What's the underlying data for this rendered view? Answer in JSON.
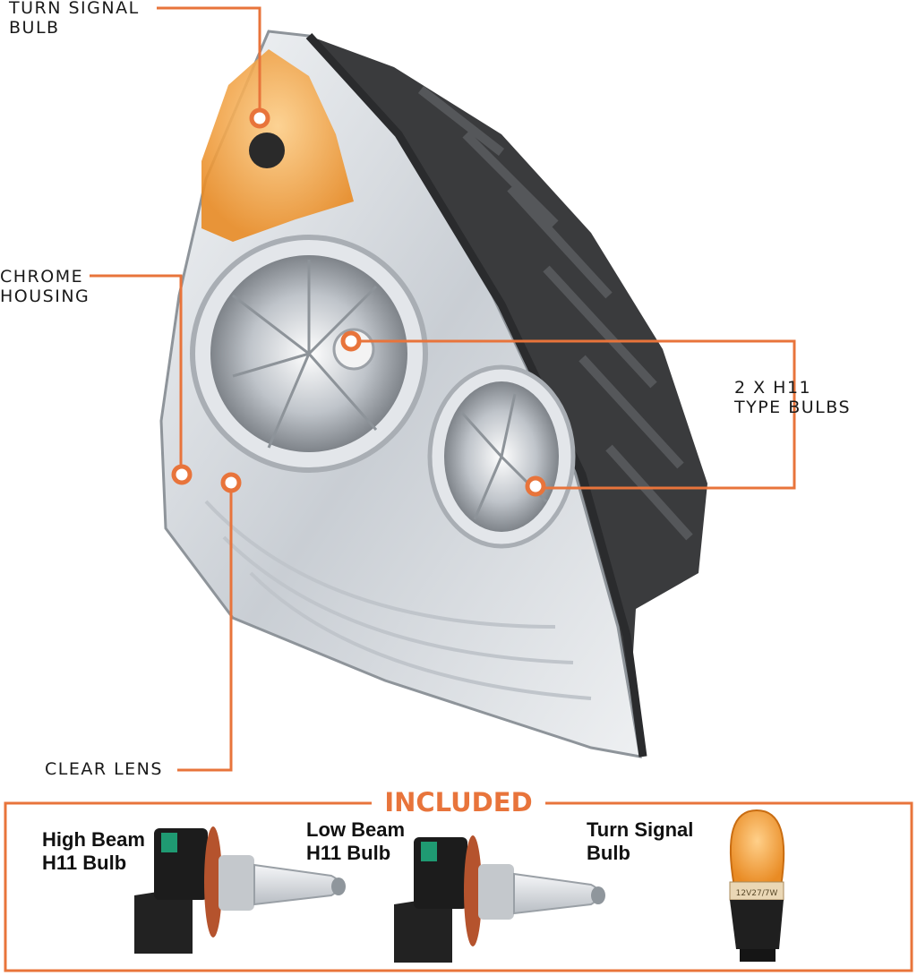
{
  "callouts": {
    "turn_signal": [
      "TURN SIGNAL",
      "BULB"
    ],
    "chrome_housing": [
      "CHROME",
      "HOUSING"
    ],
    "h11_bulbs": [
      "2 X H11",
      "TYPE BULBS"
    ],
    "clear_lens": [
      "CLEAR LENS"
    ]
  },
  "included": {
    "title": "INCLUDED",
    "items": [
      {
        "label": [
          "High Beam",
          "H11 Bulb"
        ]
      },
      {
        "label": [
          "Low Beam",
          "H11 Bulb"
        ]
      },
      {
        "label": [
          "Turn Signal",
          "Bulb"
        ]
      }
    ],
    "bulb_marking": "12V27/7W"
  },
  "colors": {
    "accent": "#e8743b",
    "housing_dark": "#3a3b3d",
    "chrome": "#d9dde2",
    "amber": "#f29a2e"
  }
}
